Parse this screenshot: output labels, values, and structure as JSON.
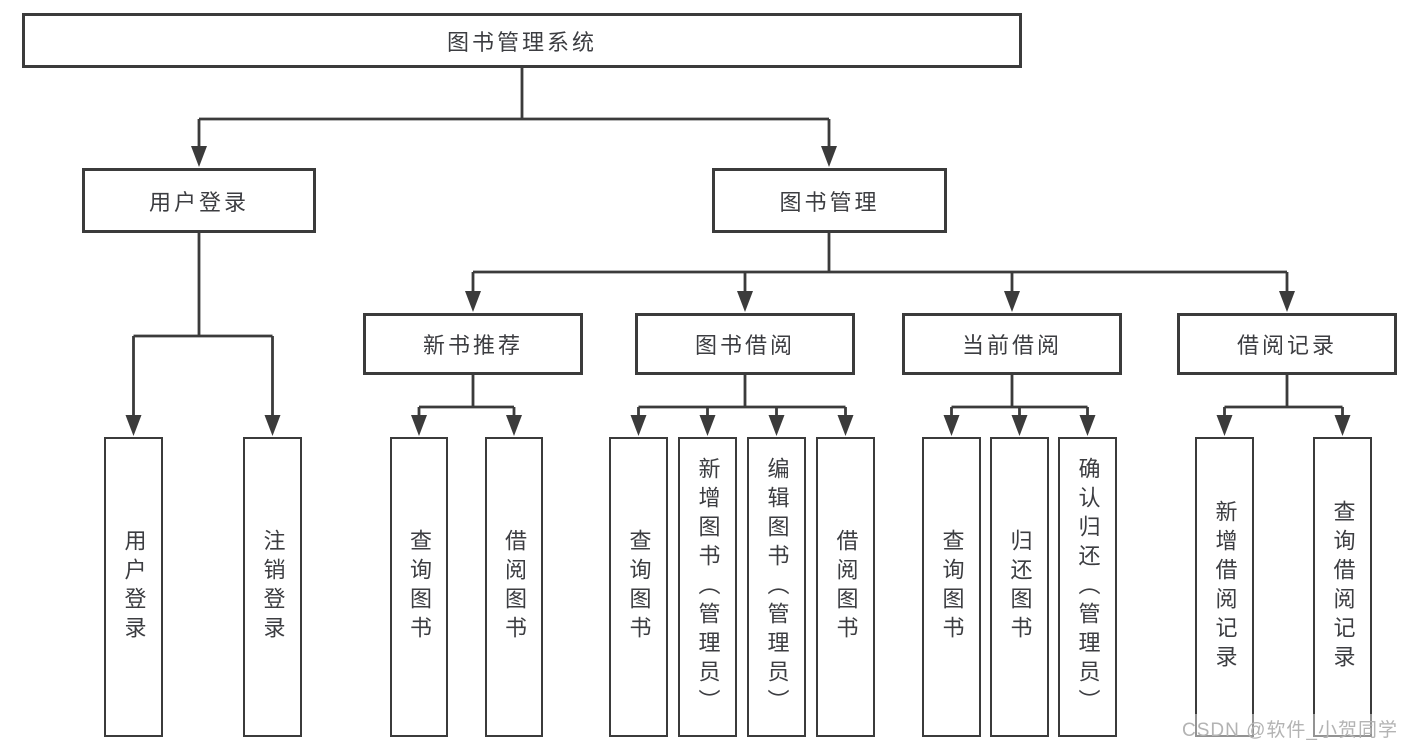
{
  "diagram": {
    "type": "hierarchy",
    "root": {
      "id": "library-management-system",
      "label": "图书管理系统"
    },
    "branches": [
      {
        "id": "user-login",
        "label": "用户登录",
        "children": [
          {
            "id": "user-login-leaf",
            "label": "用户登录"
          },
          {
            "id": "logout",
            "label": "注销登录"
          }
        ]
      },
      {
        "id": "book-management",
        "label": "图书管理",
        "sections": [
          {
            "id": "new-book-recommend",
            "label": "新书推荐",
            "children": [
              {
                "id": "query-book",
                "label": "查询图书"
              },
              {
                "id": "borrow-book",
                "label": "借阅图书"
              }
            ]
          },
          {
            "id": "book-borrow",
            "label": "图书借阅",
            "children": [
              {
                "id": "query-book",
                "label": "查询图书"
              },
              {
                "id": "add-book-admin",
                "label": "新增图书（管理员）"
              },
              {
                "id": "edit-book-admin",
                "label": "编辑图书（管理员）"
              },
              {
                "id": "borrow-book",
                "label": "借阅图书"
              }
            ]
          },
          {
            "id": "current-borrow",
            "label": "当前借阅",
            "children": [
              {
                "id": "query-book",
                "label": "查询图书"
              },
              {
                "id": "return-book",
                "label": "归还图书"
              },
              {
                "id": "confirm-return-admin",
                "label": "确认归还（管理员）"
              }
            ]
          },
          {
            "id": "borrow-record",
            "label": "借阅记录",
            "children": [
              {
                "id": "add-borrow-record",
                "label": "新增借阅记录"
              },
              {
                "id": "query-borrow-record",
                "label": "查询借阅记录"
              }
            ]
          }
        ]
      }
    ]
  },
  "watermark": {
    "text": "CSDN @软件_小贺同学"
  },
  "colors": {
    "line": "#3b3b3b",
    "box_border": "#3b3b3b",
    "text": "#3c3d41",
    "background": "#ffffff",
    "watermark": "#b3b3b3"
  }
}
